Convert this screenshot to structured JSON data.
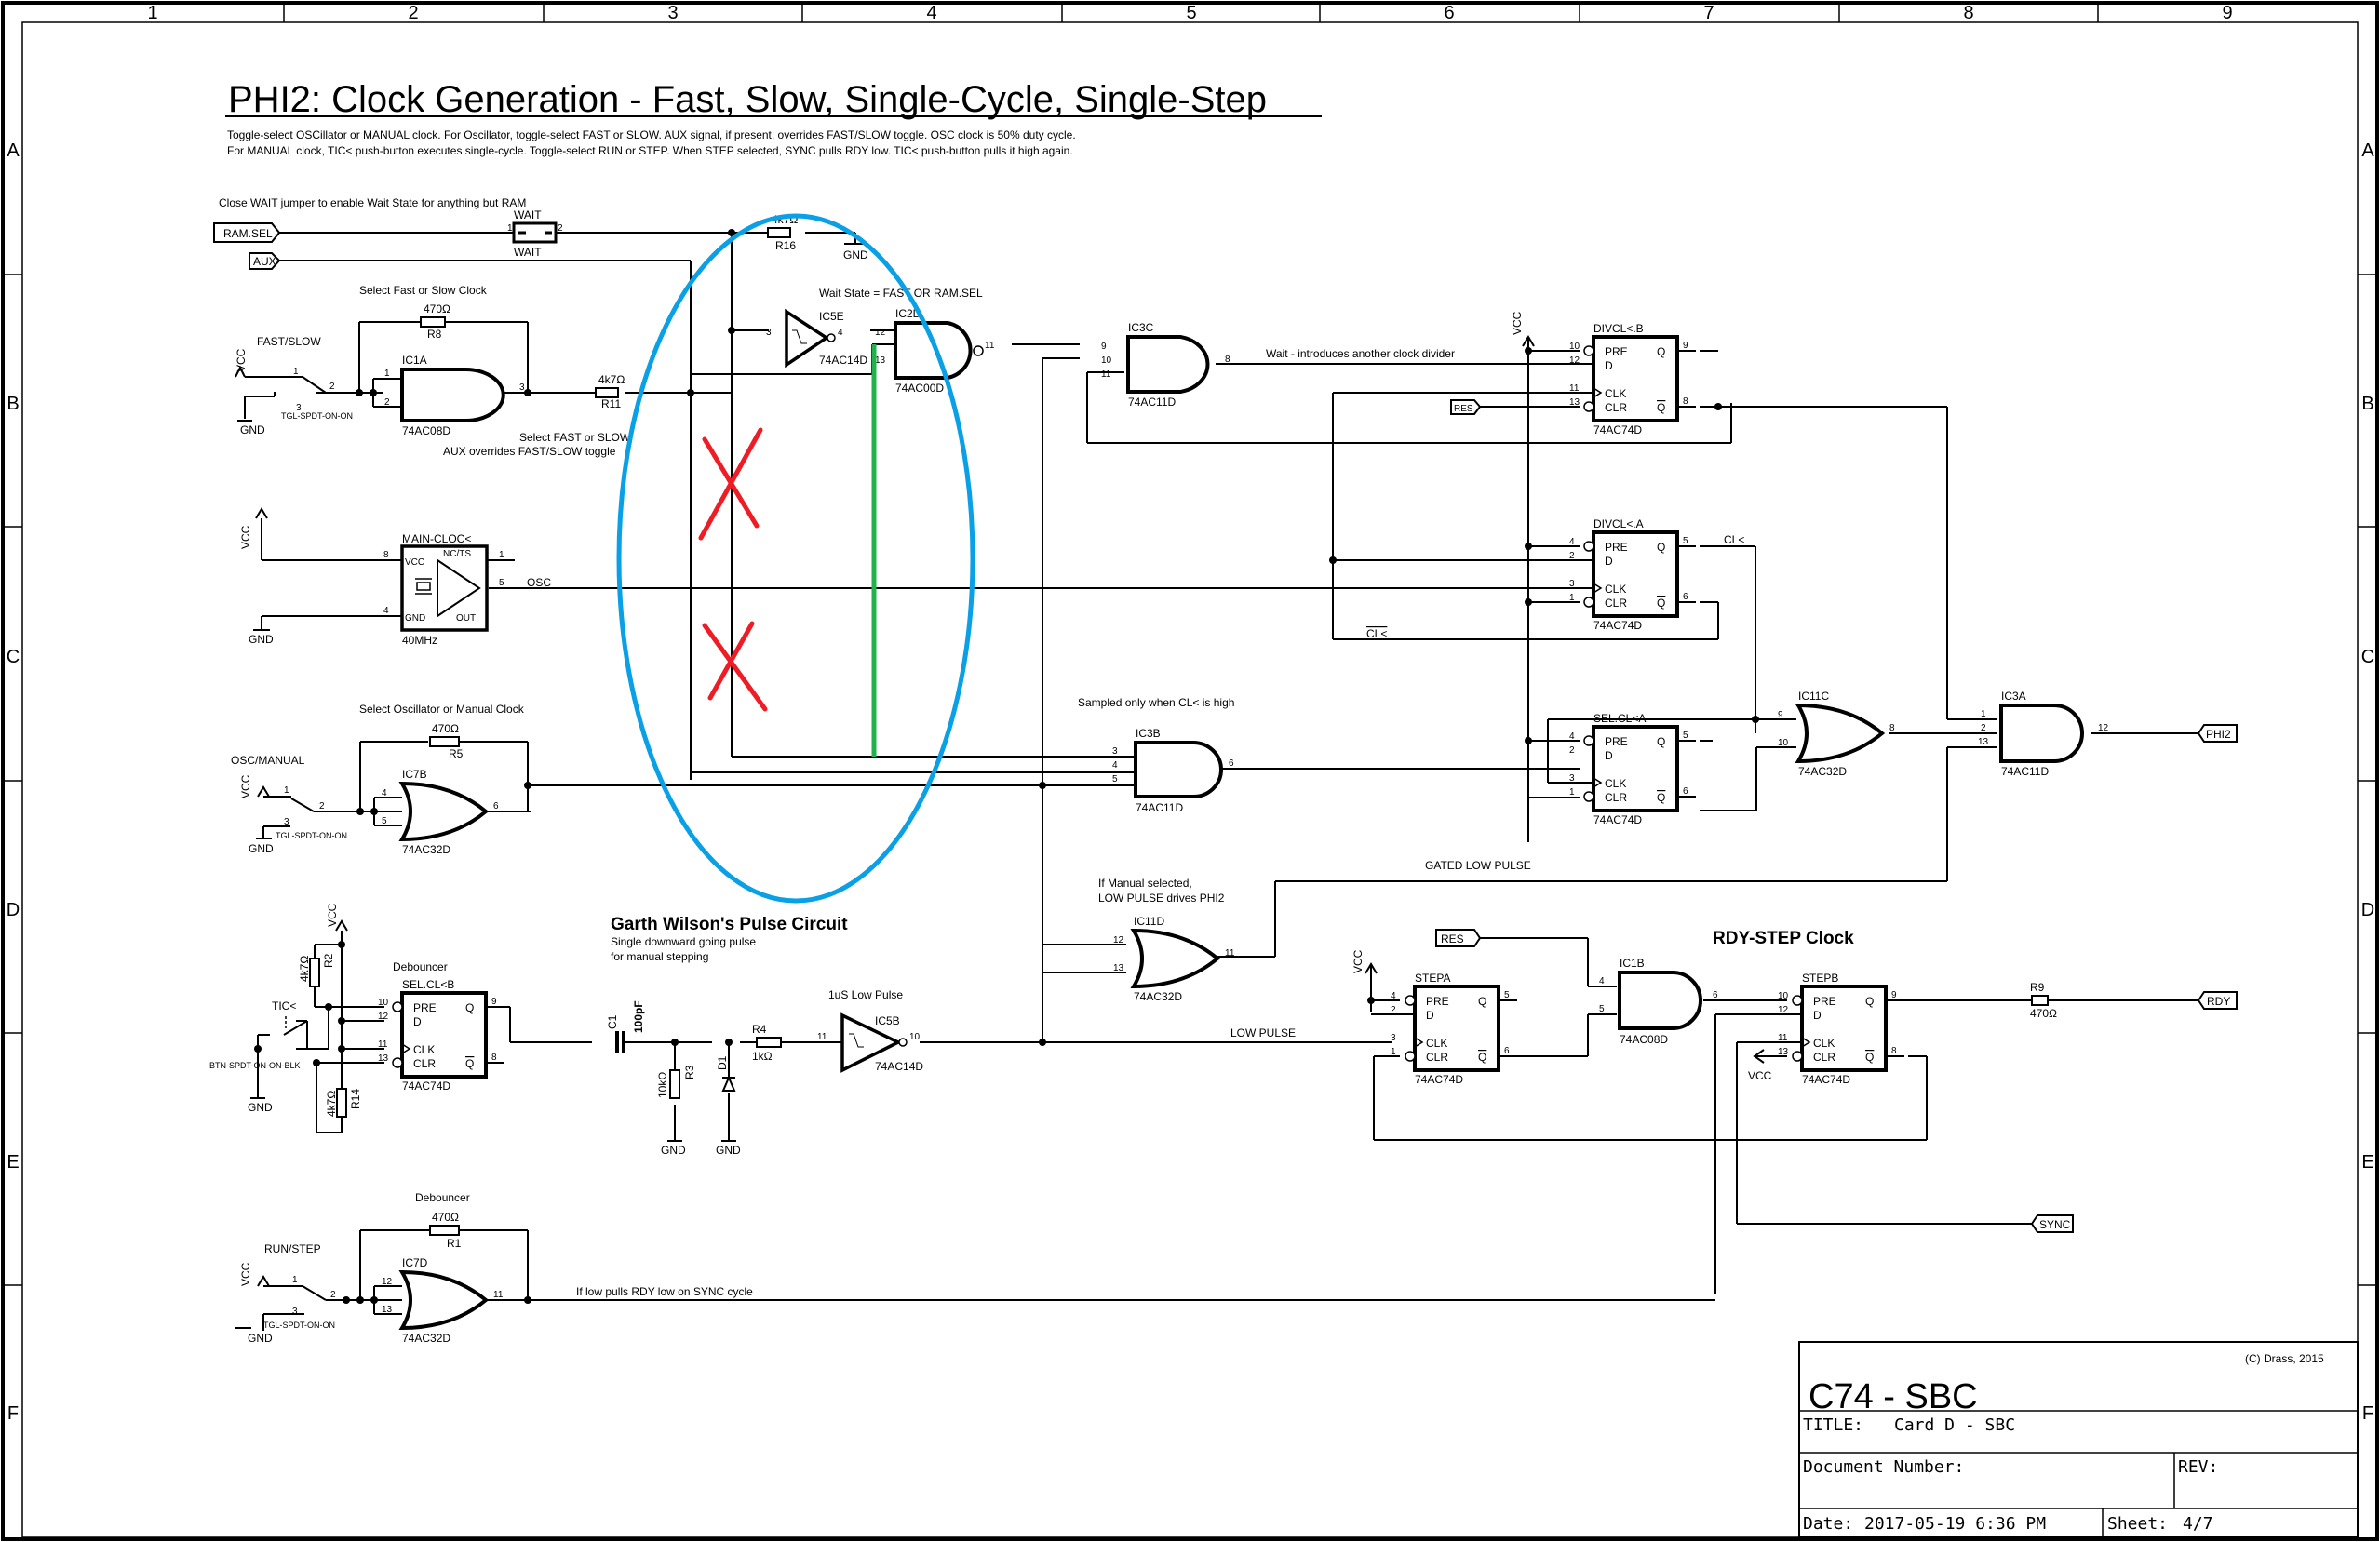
{
  "sheet": {
    "columns": [
      "1",
      "2",
      "3",
      "4",
      "5",
      "6",
      "7",
      "8",
      "9"
    ],
    "rows": [
      "A",
      "B",
      "C",
      "D",
      "E",
      "F"
    ]
  },
  "header": {
    "title": "PHI2: Clock Generation - Fast, Slow, Single-Cycle, Single-Step",
    "desc_line1": "Toggle-select OSCillator or MANUAL clock. For Oscillator, toggle-select FAST or SLOW. AUX signal, if present, overrides FAST/SLOW toggle. OSC clock is 50% duty cycle.",
    "desc_line2": "For MANUAL clock, TIC< push-button executes single-cycle. Toggle-select RUN or STEP. When STEP selected, SYNC pulls RDY low. TIC< push-button pulls it high again."
  },
  "notes": {
    "wait_jumper": "Close WAIT jumper to enable Wait State for anything but RAM",
    "fast_slow_clock": "Select Fast or Slow Clock",
    "select_fast_slow_1": "Select FAST or SLOW",
    "select_fast_slow_2": "AUX overrides FAST/SLOW toggle",
    "wait_state": "Wait State = FAST OR RAM.SEL",
    "wait_divider": "Wait - introduces another clock divider",
    "osc_manual": "Select Oscillator or Manual Clock",
    "sampled": "Sampled only when CL< is high",
    "if_manual_1": "If Manual selected,",
    "if_manual_2": "LOW PULSE drives PHI2",
    "gated_low_pulse": "GATED LOW PULSE",
    "low_pulse": "LOW PULSE",
    "garth_title": "Garth Wilson's Pulse Circuit",
    "garth_sub1": "Single downward going pulse",
    "garth_sub2": "for manual stepping",
    "one_us": "1uS Low Pulse",
    "debouncer1": "Debouncer",
    "debouncer2": "Debouncer",
    "rdy_step_title": "RDY-STEP Clock",
    "if_low": "If low pulls RDY low on SYNC cycle"
  },
  "ports": {
    "ram_sel": "RAM.SEL",
    "aux": "AUX",
    "res1": "RES",
    "res2": "RES",
    "phi2": "PHI2",
    "rdy": "RDY",
    "sync": "SYNC"
  },
  "nets": {
    "osc": "OSC",
    "clk": "CL<",
    "clk_bar": "CL<",
    "vcc": "VCC",
    "gnd": "GND"
  },
  "components": {
    "jumper": {
      "name": "WAIT",
      "value": "WAIT",
      "p1": "1",
      "p2": "2"
    },
    "r16": {
      "name": "R16",
      "value": "4k7Ω"
    },
    "r8": {
      "name": "R8",
      "value": "470Ω"
    },
    "r11": {
      "name": "R11",
      "value": "4k7Ω"
    },
    "r5": {
      "name": "R5",
      "value": "470Ω"
    },
    "r2": {
      "name": "R2",
      "value": "4k7Ω"
    },
    "r14": {
      "name": "R14",
      "value": "4k7Ω"
    },
    "r3": {
      "name": "R3",
      "value": "10kΩ"
    },
    "r4": {
      "name": "R4",
      "value": "1kΩ"
    },
    "r1": {
      "name": "R1",
      "value": "470Ω"
    },
    "r9": {
      "name": "R9",
      "value": "470Ω"
    },
    "c1": {
      "name": "C1",
      "value": "100pF"
    },
    "d1": {
      "name": "D1"
    },
    "sw_fast": {
      "name": "FAST/SLOW",
      "type": "TGL-SPDT-ON-ON"
    },
    "sw_osc": {
      "name": "OSC/MANUAL",
      "type": "TGL-SPDT-ON-ON"
    },
    "sw_run": {
      "name": "RUN/STEP",
      "type": "TGL-SPDT-ON-ON"
    },
    "btn_tick": {
      "name": "TIC<",
      "type": "BTN-SPDT-ON-ON-BLK"
    },
    "ic1a": {
      "name": "IC1A",
      "part": "74AC08D"
    },
    "ic1b": {
      "name": "IC1B",
      "part": "74AC08D"
    },
    "ic5e": {
      "name": "IC5E",
      "part": "74AC14D"
    },
    "ic5b": {
      "name": "IC5B",
      "part": "74AC14D"
    },
    "ic2d": {
      "name": "IC2D",
      "part": "74AC00D"
    },
    "ic3c": {
      "name": "IC3C",
      "part": "74AC11D"
    },
    "ic3b": {
      "name": "IC3B",
      "part": "74AC11D"
    },
    "ic3a": {
      "name": "IC3A",
      "part": "74AC11D"
    },
    "ic7b": {
      "name": "IC7B",
      "part": "74AC32D"
    },
    "ic7d": {
      "name": "IC7D",
      "part": "74AC32D"
    },
    "ic11c": {
      "name": "IC11C",
      "part": "74AC32D"
    },
    "ic11d": {
      "name": "IC11D",
      "part": "74AC32D"
    },
    "main_clock": {
      "name": "MAIN-CLOC<",
      "value": "40MHz",
      "pin_vcc": "VCC",
      "pin_gnd": "GND",
      "pin_nc": "NC/TS",
      "pin_out": "OUT"
    },
    "divclk_b": {
      "name": "DIVCL<.B",
      "part": "74AC74D"
    },
    "divclk_a": {
      "name": "DIVCL<.A",
      "part": "74AC74D"
    },
    "selclk_a": {
      "name": "SEL.CL<A",
      "part": "74AC74D"
    },
    "selclk_b": {
      "name": "SEL.CL<B",
      "part": "74AC74D"
    },
    "stepa": {
      "name": "STEPA",
      "part": "74AC74D"
    },
    "stepb": {
      "name": "STEPB",
      "part": "74AC74D"
    }
  },
  "ff_pins": {
    "pre": "PRE",
    "d": "D",
    "clk": "CLK",
    "clr": "CLR",
    "q": "Q",
    "qbar": "Q"
  },
  "title_block": {
    "copyright": "(C) Drass, 2015",
    "project": "C74 - SBC",
    "title_label": "TITLE:",
    "title_value": "Card D - SBC",
    "doc_number_label": "Document Number:",
    "rev_label": "REV:",
    "date_label": "Date:",
    "date_value": "2017-05-19 6:36 PM",
    "sheet_label": "Sheet:",
    "sheet_value": "4/7"
  },
  "annotation_colors": {
    "ellipse": "#0aa0e6",
    "cross": "#ee1c24",
    "line": "#22b14c"
  }
}
